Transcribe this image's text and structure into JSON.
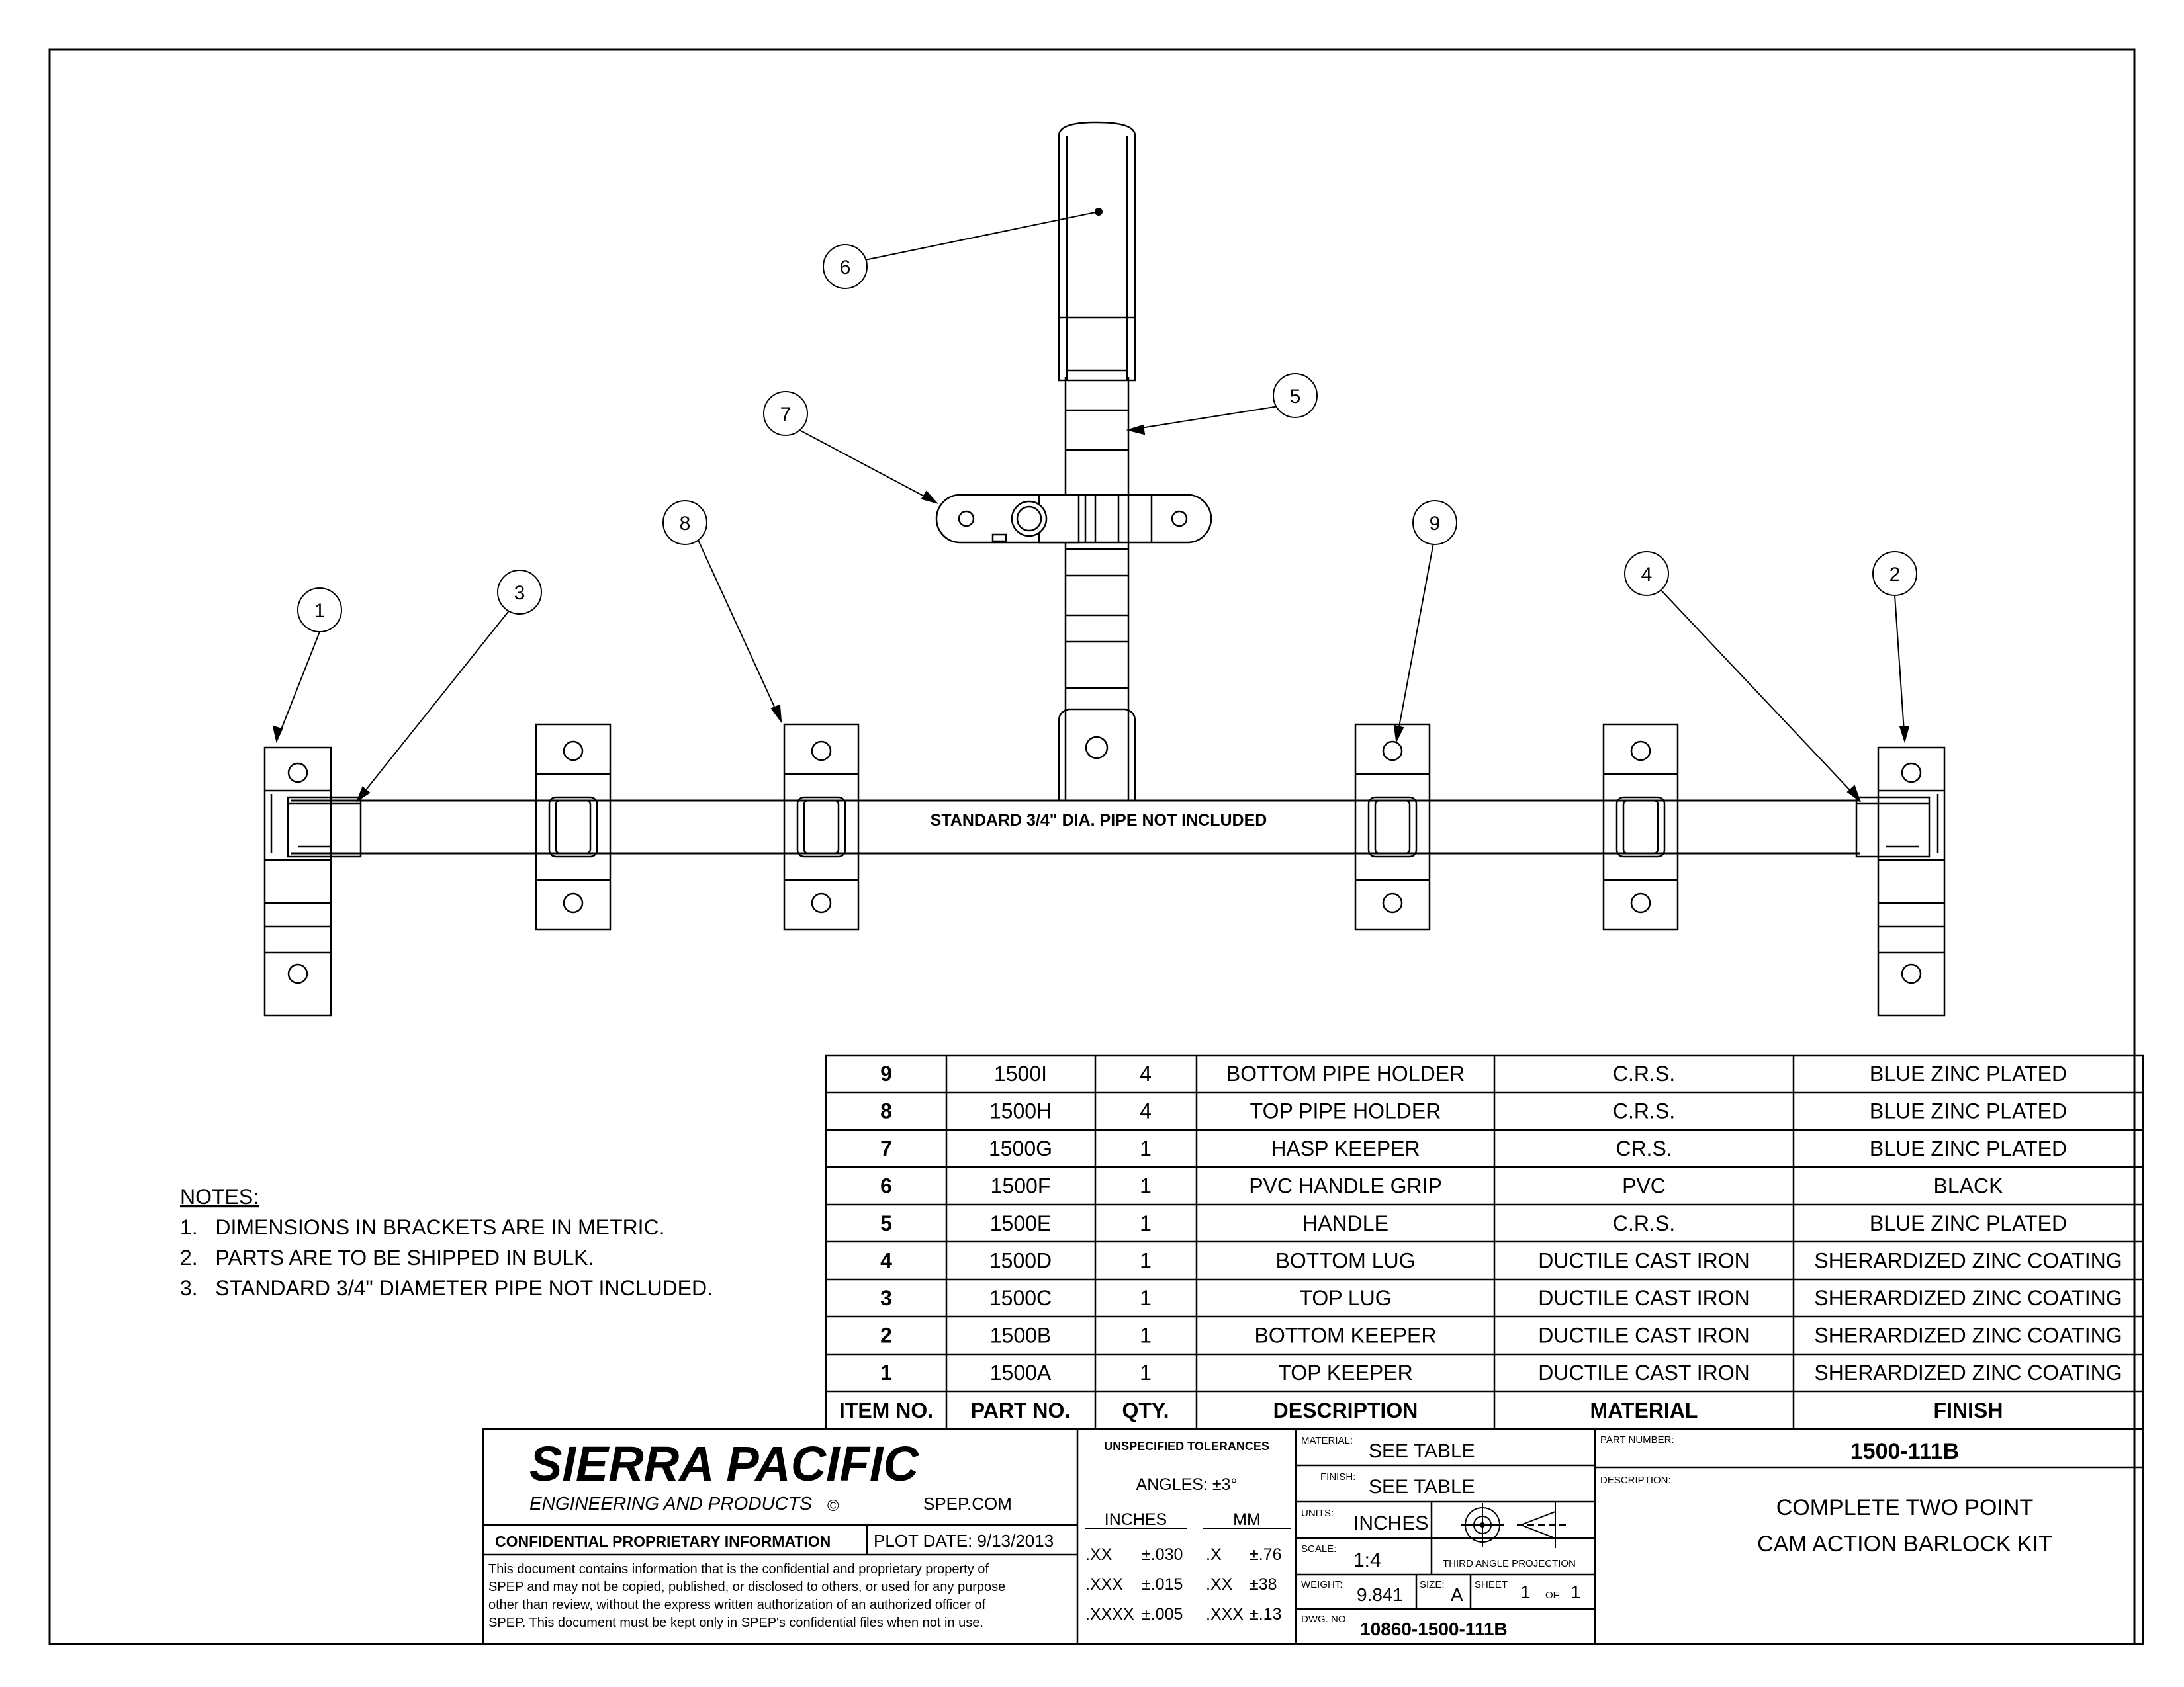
{
  "callouts": [
    {
      "n": "1"
    },
    {
      "n": "2"
    },
    {
      "n": "3"
    },
    {
      "n": "4"
    },
    {
      "n": "5"
    },
    {
      "n": "6"
    },
    {
      "n": "7"
    },
    {
      "n": "8"
    },
    {
      "n": "9"
    }
  ],
  "pipe_label": "STANDARD 3/4\" DIA. PIPE NOT INCLUDED",
  "notes": {
    "heading": "NOTES:",
    "items": [
      "1.   DIMENSIONS IN BRACKETS ARE IN METRIC.",
      "2.   PARTS ARE TO BE SHIPPED IN BULK.",
      "3.   STANDARD 3/4\" DIAMETER PIPE NOT INCLUDED."
    ]
  },
  "bom": {
    "headers": [
      "ITEM NO.",
      "PART NO.",
      "QTY.",
      "DESCRIPTION",
      "MATERIAL",
      "FINISH"
    ],
    "rows": [
      [
        "9",
        "1500I",
        "4",
        "BOTTOM PIPE HOLDER",
        "C.R.S.",
        "BLUE ZINC PLATED"
      ],
      [
        "8",
        "1500H",
        "4",
        "TOP PIPE HOLDER",
        "C.R.S.",
        "BLUE ZINC PLATED"
      ],
      [
        "7",
        "1500G",
        "1",
        "HASP KEEPER",
        "CR.S.",
        "BLUE ZINC PLATED"
      ],
      [
        "6",
        "1500F",
        "1",
        "PVC HANDLE GRIP",
        "PVC",
        "BLACK"
      ],
      [
        "5",
        "1500E",
        "1",
        "HANDLE",
        "C.R.S.",
        "BLUE ZINC PLATED"
      ],
      [
        "4",
        "1500D",
        "1",
        "BOTTOM LUG",
        "DUCTILE CAST IRON",
        "SHERARDIZED ZINC COATING"
      ],
      [
        "3",
        "1500C",
        "1",
        "TOP LUG",
        "DUCTILE CAST IRON",
        "SHERARDIZED ZINC COATING"
      ],
      [
        "2",
        "1500B",
        "1",
        "BOTTOM KEEPER",
        "DUCTILE CAST IRON",
        "SHERARDIZED ZINC COATING"
      ],
      [
        "1",
        "1500A",
        "1",
        "TOP KEEPER",
        "DUCTILE CAST IRON",
        "SHERARDIZED ZINC COATING"
      ]
    ]
  },
  "title_block": {
    "company": "SIERRA PACIFIC",
    "company_sub": "ENGINEERING AND PRODUCTS",
    "copyright": "©",
    "website": "SPEP.COM",
    "confidential_label": "CONFIDENTIAL PROPRIETARY INFORMATION",
    "plot_date": "PLOT DATE:  9/13/2013",
    "disclaimer": [
      "This document contains information that is the confidential and proprietary property of",
      "SPEP and may not be copied, published, or disclosed to others, or used for any purpose",
      "other than review, without the express written authorization of an authorized officer of",
      "SPEP. This document must be kept only in SPEP's confidential files when not in use."
    ],
    "tol_title": "UNSPECIFIED TOLERANCES",
    "angles": "ANGLES:  ±3°",
    "inches_hdr": "INCHES",
    "mm_hdr": "MM",
    "tol_rows": [
      [
        ".XX",
        "±.030",
        ".X",
        "±.76"
      ],
      [
        ".XXX",
        "±.015",
        ".XX",
        "±38"
      ],
      [
        ".XXXX",
        "±.005",
        ".XXX",
        "±.13"
      ]
    ],
    "material_label": "MATERIAL:",
    "material": "SEE TABLE",
    "finish_label": "FINISH:",
    "finish": "SEE TABLE",
    "units_label": "UNITS:",
    "units": "INCHES",
    "projection": "THIRD ANGLE PROJECTION",
    "scale_label": "SCALE:",
    "scale": "1:4",
    "weight_label": "WEIGHT:",
    "weight": "9.841",
    "size_label": "SIZE:",
    "size": "A",
    "sheet_label": "SHEET",
    "sheet": "1",
    "of_label": "OF",
    "sheet_total": "1",
    "dwg_label": "DWG. NO.",
    "dwg_no": "10860-1500-111B",
    "part_number_label": "PART NUMBER:",
    "part_number": "1500-111B",
    "description_label": "DESCRIPTION:",
    "description_lines": [
      "COMPLETE TWO POINT",
      "CAM ACTION BARLOCK KIT"
    ]
  }
}
